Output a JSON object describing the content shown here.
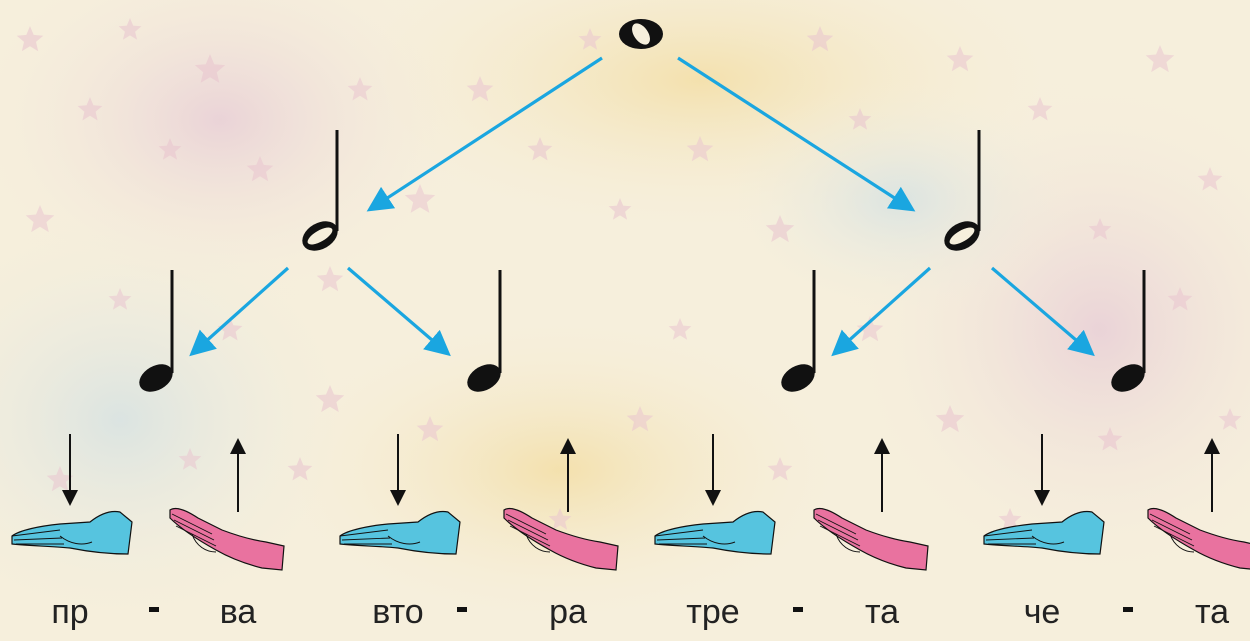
{
  "colors": {
    "arrow_blue": "#1aa6e0",
    "hand_down": "#56c4df",
    "hand_up": "#e9729f",
    "note": "#111111"
  },
  "notes": {
    "whole": "whole-note",
    "halves": [
      "half-note",
      "half-note"
    ],
    "quarters": [
      "quarter-note",
      "quarter-note",
      "quarter-note",
      "quarter-note"
    ]
  },
  "beats": [
    {
      "direction": "down",
      "hand": "palm-down-hand",
      "syllable": "пр"
    },
    {
      "direction": "up",
      "hand": "palm-up-hand",
      "syllable": "ва"
    },
    {
      "direction": "down",
      "hand": "palm-down-hand",
      "syllable": "вто"
    },
    {
      "direction": "up",
      "hand": "palm-up-hand",
      "syllable": "ра"
    },
    {
      "direction": "down",
      "hand": "palm-down-hand",
      "syllable": "тре"
    },
    {
      "direction": "up",
      "hand": "palm-up-hand",
      "syllable": "та"
    },
    {
      "direction": "down",
      "hand": "palm-down-hand",
      "syllable": "че"
    },
    {
      "direction": "up",
      "hand": "palm-up-hand",
      "syllable": "та"
    }
  ]
}
